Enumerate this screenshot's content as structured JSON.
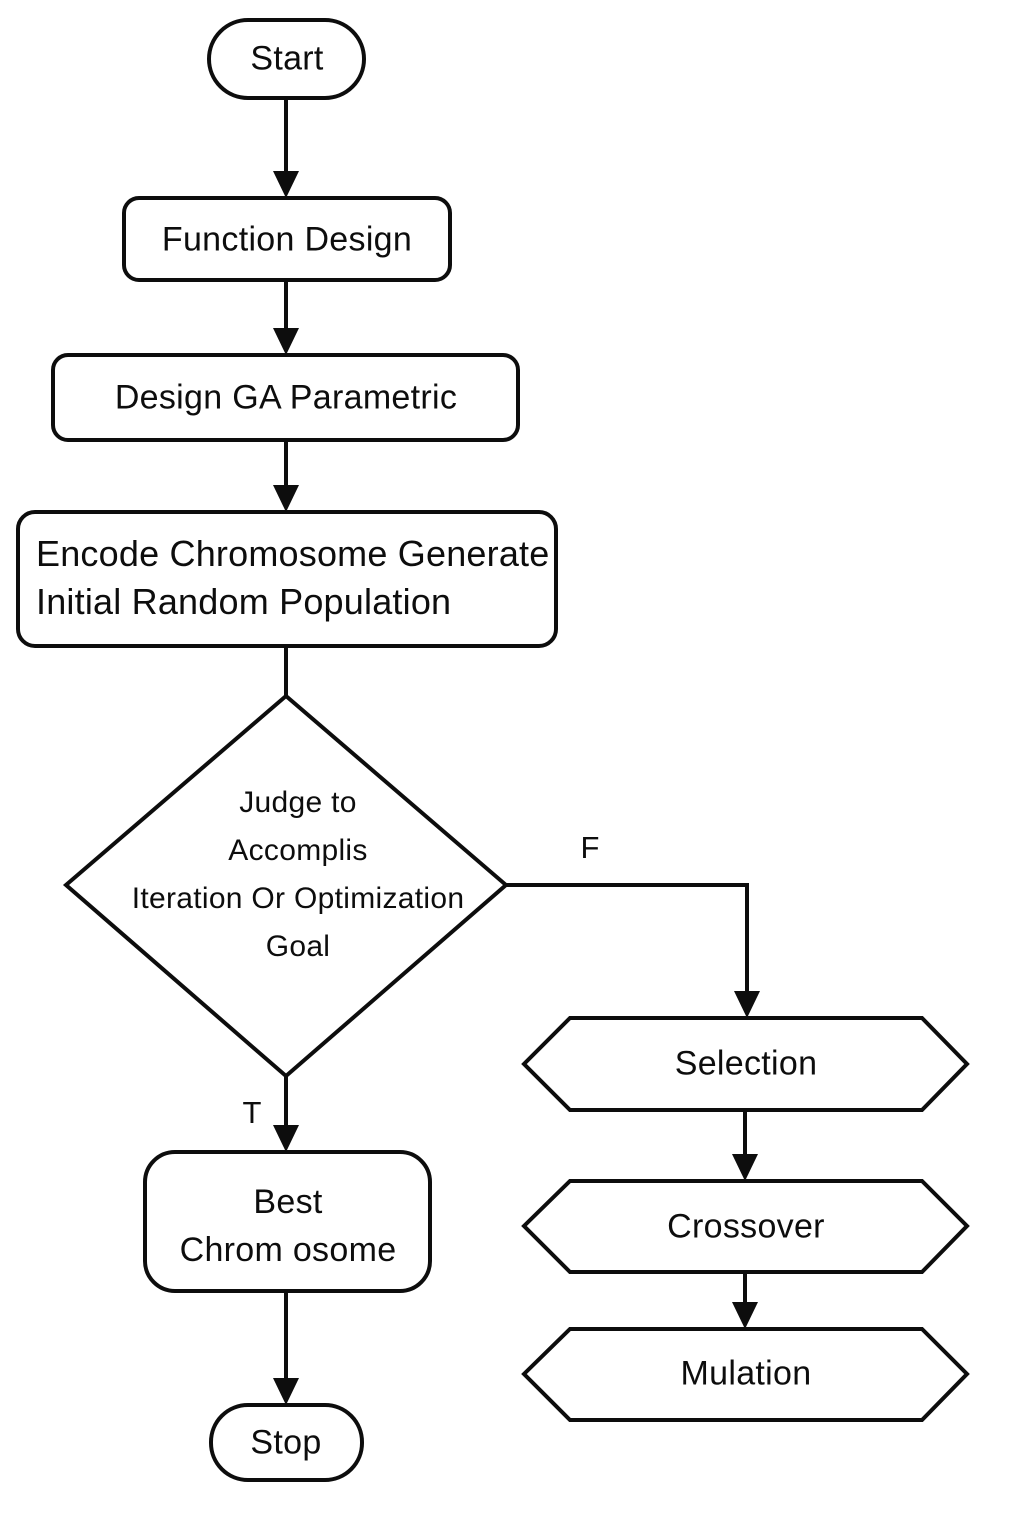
{
  "colors": {
    "stroke": "#0d0d0d",
    "shape_fill": "#ffffff",
    "background": "#ffffff",
    "text": "#0d0d0d"
  },
  "nodes": {
    "start": {
      "type": "terminator",
      "label": "Start"
    },
    "function_design": {
      "type": "process",
      "label": "Function Design"
    },
    "design_ga_parametric": {
      "type": "process",
      "label": "Design GA Parametric"
    },
    "encode_chromosome": {
      "type": "process",
      "lines": [
        "Encode Chromosome Generate",
        "Initial Random Population"
      ]
    },
    "judge_decision": {
      "type": "decision",
      "lines": [
        "Judge to",
        "Accomplis",
        "Iteration Or Optimization",
        "Goal"
      ]
    },
    "best_chromosome": {
      "type": "process",
      "lines": [
        "Best",
        "Chrom osome"
      ]
    },
    "stop": {
      "type": "terminator",
      "label": "Stop"
    },
    "selection": {
      "type": "hexagon",
      "label": "Selection"
    },
    "crossover": {
      "type": "hexagon",
      "label": "Crossover"
    },
    "mulation": {
      "type": "hexagon",
      "label": "Mulation"
    }
  },
  "edge_labels": {
    "true_branch": "T",
    "false_branch": "F"
  }
}
